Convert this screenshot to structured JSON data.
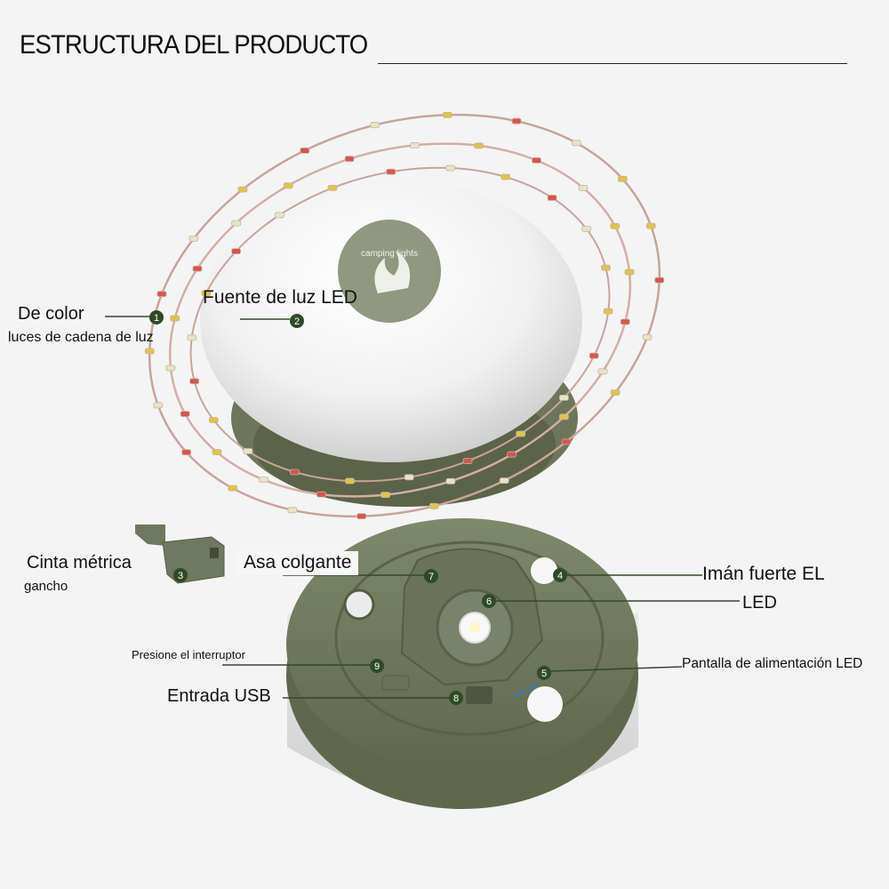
{
  "title": "ESTRUCTURA DEL PRODUCTO",
  "logo_text": "camping lights",
  "markers": [
    "1",
    "2",
    "3",
    "4",
    "5",
    "6",
    "7",
    "8",
    "9"
  ],
  "labels": {
    "color_string_title": "De color",
    "color_string_sub": "luces de cadena de luz",
    "led_source": "Fuente de luz LED",
    "tape_hook_title": "Cinta métrica",
    "tape_hook_sub": "gancho",
    "hanging_handle": "Asa colgante",
    "magnet": "Imán fuerte EL",
    "led": "LED",
    "switch": "Presione el interruptor",
    "power_display": "Pantalla de alimentación LED",
    "usb": "Entrada USB"
  },
  "colors": {
    "body_olive": "#707a5e",
    "marker_green": "#2f4a27",
    "lens_white": "#f8f8f8",
    "wire": "#c9a39b"
  }
}
